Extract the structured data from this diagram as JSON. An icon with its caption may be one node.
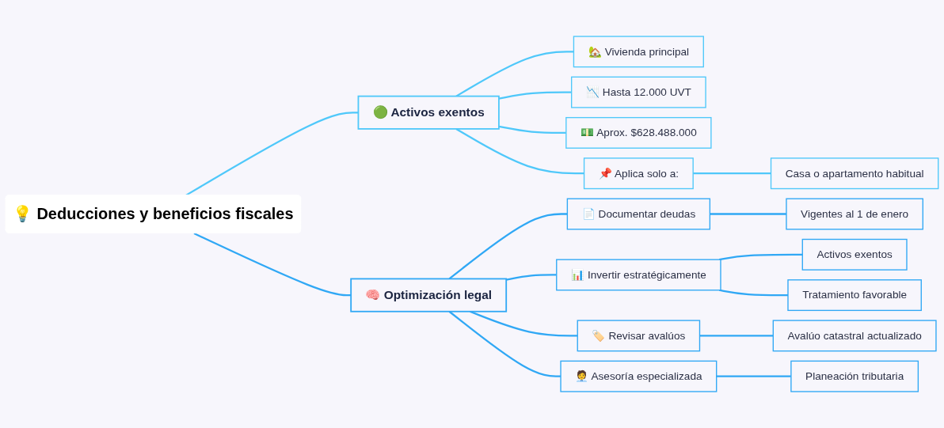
{
  "diagram": {
    "nodes": [
      {
        "text": [
          "💡 Deducciones y beneficios fiscales"
        ]
      },
      {
        "text": [
          "🟢 Activos exentos"
        ]
      },
      {
        "text": [
          "🏡 Vivienda principal"
        ]
      },
      {
        "text": [
          "📉 Hasta 12.000 UVT"
        ]
      },
      {
        "text": [
          "💵 Aprox. $628.488.000"
        ]
      },
      {
        "text": [
          "📌 Aplica solo a:"
        ]
      },
      {
        "text": [
          "Casa o apartamento habitual"
        ]
      },
      {
        "text": [
          "🧠 Optimización legal"
        ]
      },
      {
        "text": [
          "📄 Documentar deudas"
        ]
      },
      {
        "text": [
          "Vigentes al 1 de enero"
        ]
      },
      {
        "text": [
          "📊 Invertir estratégicamente"
        ]
      },
      {
        "text": [
          "Activos exentos"
        ]
      },
      {
        "text": [
          "Tratamiento favorable"
        ]
      },
      {
        "text": [
          "🏷️ Revisar avalúos"
        ]
      },
      {
        "text": [
          "Avalúo catastral actualizado"
        ]
      },
      {
        "text": [
          "🧑‍💼 Asesoría especializada"
        ]
      },
      {
        "text": [
          "Planeación tributaria"
        ]
      }
    ],
    "edges": [
      {
        "from": 0,
        "to": 1,
        "arrow": "none",
        "color": "#4fc8fa"
      },
      {
        "from": 1,
        "to": 2,
        "arrow": "none",
        "color": "#4fc8fa"
      },
      {
        "from": 1,
        "to": 3,
        "arrow": "none",
        "color": "#4fc8fa"
      },
      {
        "from": 1,
        "to": 4,
        "arrow": "none",
        "color": "#4fc8fa"
      },
      {
        "from": 1,
        "to": 5,
        "arrow": "none",
        "color": "#4fc8fa"
      },
      {
        "from": 5,
        "to": 6,
        "arrow": "none",
        "color": "#4fc8fa"
      },
      {
        "from": 0,
        "to": 7,
        "arrow": "none"
      },
      {
        "from": 7,
        "to": 8,
        "arrow": "none"
      },
      {
        "from": 8,
        "to": 9,
        "arrow": "none"
      },
      {
        "from": 7,
        "to": 10,
        "arrow": "none"
      },
      {
        "from": 10,
        "to": 11,
        "arrow": "none"
      },
      {
        "from": 10,
        "to": 12,
        "arrow": "none"
      },
      {
        "from": 7,
        "to": 13,
        "arrow": "none"
      },
      {
        "from": 13,
        "to": 14,
        "arrow": "none"
      },
      {
        "from": 7,
        "to": 15,
        "arrow": "none"
      },
      {
        "from": 15,
        "to": 16,
        "arrow": "none"
      }
    ]
  }
}
